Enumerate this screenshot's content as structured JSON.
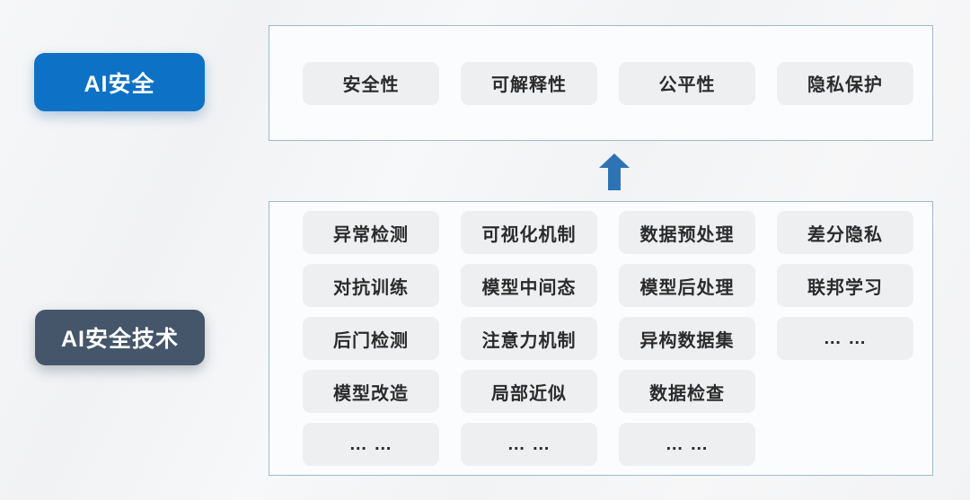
{
  "colors": {
    "page_bg": "#f3f4f6",
    "primary_blue": "#0d72c6",
    "dark_slate": "#46566a",
    "arrow_blue": "#2e74b5",
    "box_border": "#9db9d3",
    "box_bg": "#fcfdfe",
    "chip_bg": "#eeeff1",
    "chip_text": "#2b2b2b"
  },
  "icons": {
    "up_arrow": "up-arrow"
  },
  "top_section": {
    "label": "AI安全",
    "items": [
      "安全性",
      "可解释性",
      "公平性",
      "隐私保护"
    ]
  },
  "bottom_section": {
    "label": "AI安全技术",
    "grid": [
      [
        "异常检测",
        "可视化机制",
        "数据预处理",
        "差分隐私"
      ],
      [
        "对抗训练",
        "模型中间态",
        "模型后处理",
        "联邦学习"
      ],
      [
        "后门检测",
        "注意力机制",
        "异构数据集",
        "… …"
      ],
      [
        "模型改造",
        "局部近似",
        "数据检查",
        ""
      ],
      [
        "… …",
        "… …",
        "… …",
        ""
      ]
    ]
  }
}
